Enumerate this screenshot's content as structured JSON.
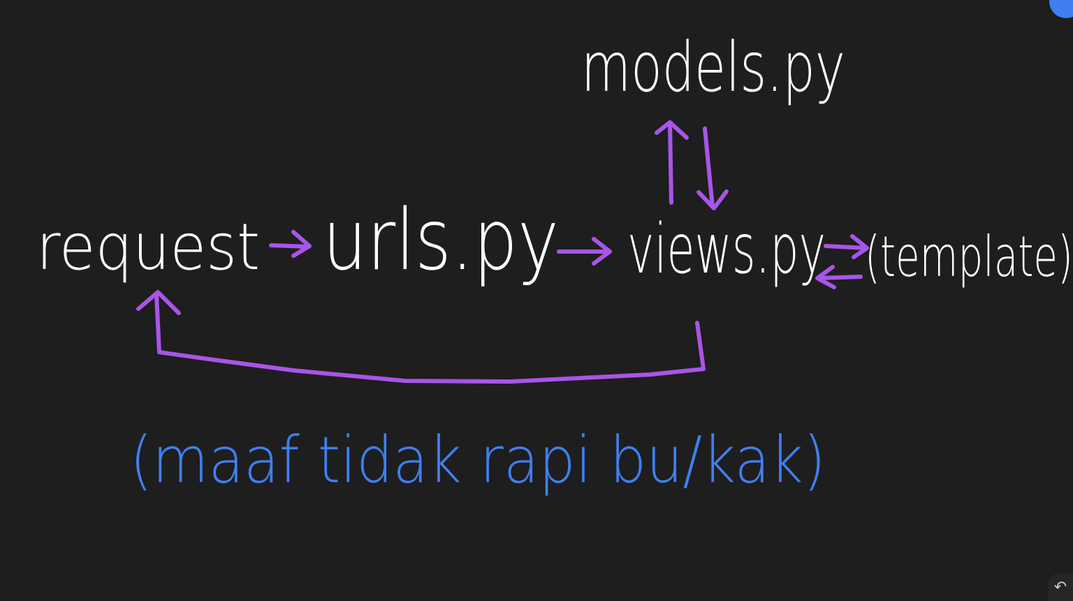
{
  "nodes": {
    "request": "request",
    "urls": "urls.py",
    "views": "views.py",
    "models": "models.py",
    "template": "(template)"
  },
  "note": "(maaf tidak rapi bu/kak)",
  "colors": {
    "background": "#1e1e1e",
    "ink": "#ffffff",
    "arrow": "#a855e8",
    "note": "#3f7ff0"
  },
  "icons": {
    "undo": "undo-icon",
    "color": "pen-color-dot"
  }
}
